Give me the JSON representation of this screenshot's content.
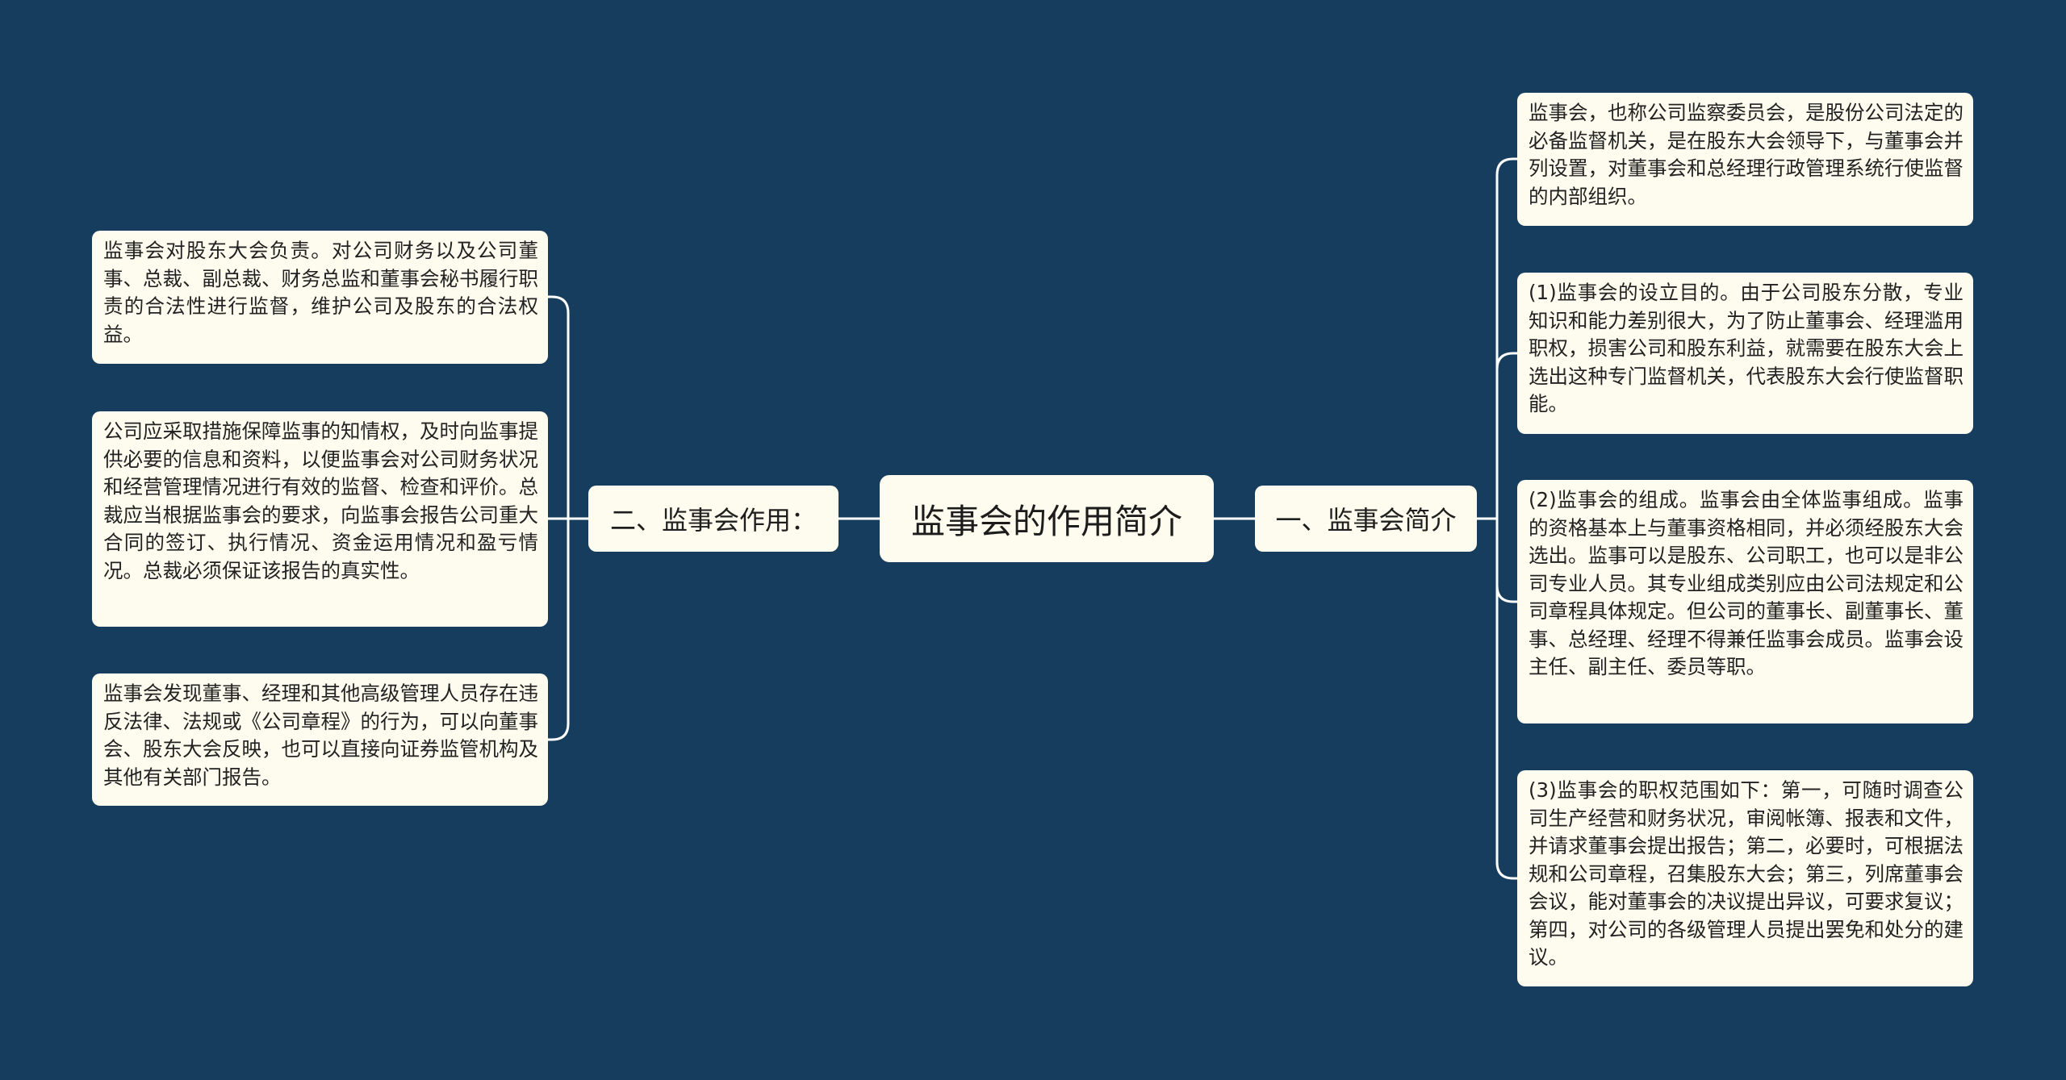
{
  "root": {
    "label": "监事会的作用简介"
  },
  "branches": {
    "left": {
      "label": "二、监事会作用："
    },
    "right": {
      "label": "一、监事会简介"
    }
  },
  "left_leaves": [
    {
      "text": "监事会对股东大会负责。对公司财务以及公司董事、总裁、副总裁、财务总监和董事会秘书履行职责的合法性进行监督，维护公司及股东的合法权益。"
    },
    {
      "text": "公司应采取措施保障监事的知情权，及时向监事提供必要的信息和资料，以便监事会对公司财务状况和经营管理情况进行有效的监督、检查和评价。总裁应当根据监事会的要求，向监事会报告公司重大合同的签订、执行情况、资金运用情况和盈亏情况。总裁必须保证该报告的真实性。"
    },
    {
      "text": "监事会发现董事、经理和其他高级管理人员存在违反法律、法规或《公司章程》的行为，可以向董事会、股东大会反映，也可以直接向证券监管机构及其他有关部门报告。"
    }
  ],
  "right_leaves": [
    {
      "text": "监事会，也称公司监察委员会，是股份公司法定的必备监督机关，是在股东大会领导下，与董事会并列设置，对董事会和总经理行政管理系统行使监督的内部组织。"
    },
    {
      "text": "(1)监事会的设立目的。由于公司股东分散，专业知识和能力差别很大，为了防止董事会、经理滥用职权，损害公司和股东利益，就需要在股东大会上选出这种专门监督机关，代表股东大会行使监督职能。"
    },
    {
      "text": "(2)监事会的组成。监事会由全体监事组成。监事的资格基本上与董事资格相同，并必须经股东大会选出。监事可以是股东、公司职工，也可以是非公司专业人员。其专业组成类别应由公司法规定和公司章程具体规定。但公司的董事长、副董事长、董事、总经理、经理不得兼任监事会成员。监事会设主任、副主任、委员等职。"
    },
    {
      "text": "(3)监事会的职权范围如下：第一，可随时调查公司生产经营和财务状况，审阅帐簿、报表和文件，并请求董事会提出报告；第二，必要时，可根据法规和公司章程，召集股东大会；第三，列席董事会会议，能对董事会的决议提出异议，可要求复议；第四，对公司的各级管理人员提出罢免和处分的建议。"
    }
  ],
  "colors": {
    "background": "#173d5e",
    "node": "#fdfcee",
    "line": "#ffffff"
  }
}
